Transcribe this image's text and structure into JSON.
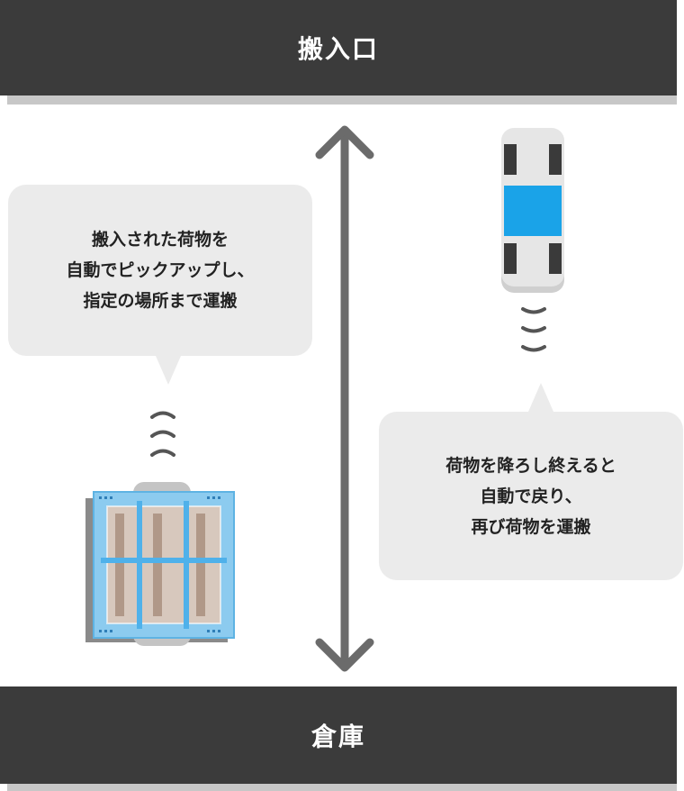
{
  "entrance_label": "搬入口",
  "warehouse_label": "倉庫",
  "left_bubble": {
    "lines": [
      "搬入された荷物を",
      "自動でピックアップし、",
      "指定の場所まで運搬"
    ]
  },
  "right_bubble": {
    "lines": [
      "荷物を降ろし終えると",
      "自動で戻り、",
      "再び荷物を運搬"
    ]
  },
  "icons": {
    "arrow": "double-headed-vertical-arrow-icon",
    "robot_empty": "transport-robot-icon",
    "robot_loaded": "robot-carrying-pallet-icon",
    "signal": "wireless-signal-icon"
  },
  "colors": {
    "band": "#3b3b3b",
    "bubble": "#ebebeb",
    "arrow": "#6b6b6b",
    "robot_accent": "#1aa3e8"
  }
}
